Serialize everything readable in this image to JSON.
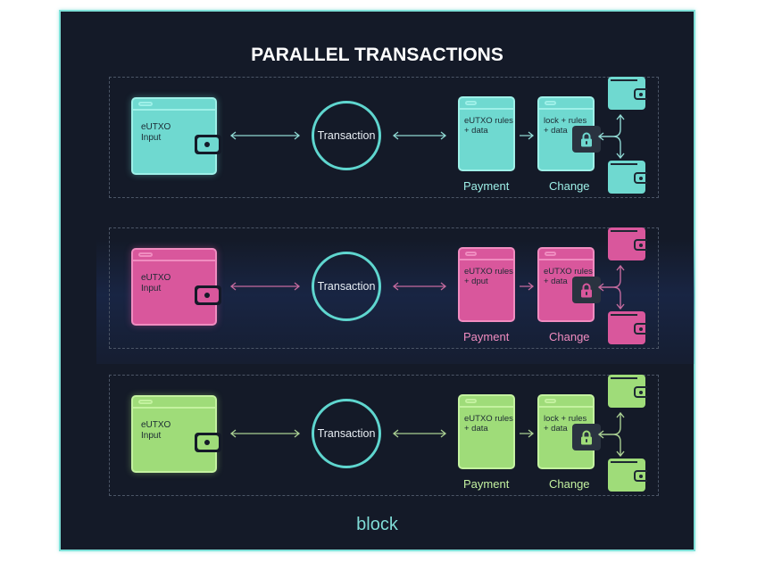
{
  "title": "PARALLEL TRANSACTIONS",
  "footer_label": "block",
  "colors": {
    "frame_border": "#7fe0d8",
    "background": "#141a28",
    "transaction_circle": "#5fd6cf"
  },
  "rows": [
    {
      "theme": "teal",
      "fill": "#6fd9d0",
      "stroke": "#9ef0e8",
      "arrow": "#8fd8d2",
      "input_label_line1": "eUTXO",
      "input_label_line2": "Input",
      "transaction_label": "Transaction",
      "payment_text_line1": "eUTXO rules",
      "payment_text_line2": "+ data",
      "change_text_line1": "lock + rules",
      "change_text_line2": "+ data",
      "payment_label": "Payment",
      "change_label": "Change",
      "icons": [
        "wallet-icon",
        "lock-icon",
        "wallet-icon",
        "wallet-icon"
      ]
    },
    {
      "theme": "pink",
      "fill": "#d9579c",
      "stroke": "#f08cc0",
      "arrow": "#c46a9e",
      "input_label_line1": "eUTXO",
      "input_label_line2": "Input",
      "transaction_label": "Transaction",
      "payment_text_line1": "eUTXO rules",
      "payment_text_line2": "+ dput",
      "change_text_line1": "eUTXO rules",
      "change_text_line2": "+ data",
      "payment_label": "Payment",
      "change_label": "Change",
      "icons": [
        "wallet-icon",
        "lock-icon",
        "wallet-icon",
        "wallet-icon"
      ]
    },
    {
      "theme": "green",
      "fill": "#9fdc79",
      "stroke": "#c4f2a0",
      "arrow": "#a9cf92",
      "input_label_line1": "eUTXO",
      "input_label_line2": "Input",
      "transaction_label": "Transaction",
      "payment_text_line1": "eUTXO rules",
      "payment_text_line2": "+ data",
      "change_text_line1": "lock + rules",
      "change_text_line2": "+ data",
      "payment_label": "Payment",
      "change_label": "Change",
      "icons": [
        "wallet-icon",
        "lock-icon",
        "wallet-icon",
        "wallet-icon"
      ]
    }
  ]
}
